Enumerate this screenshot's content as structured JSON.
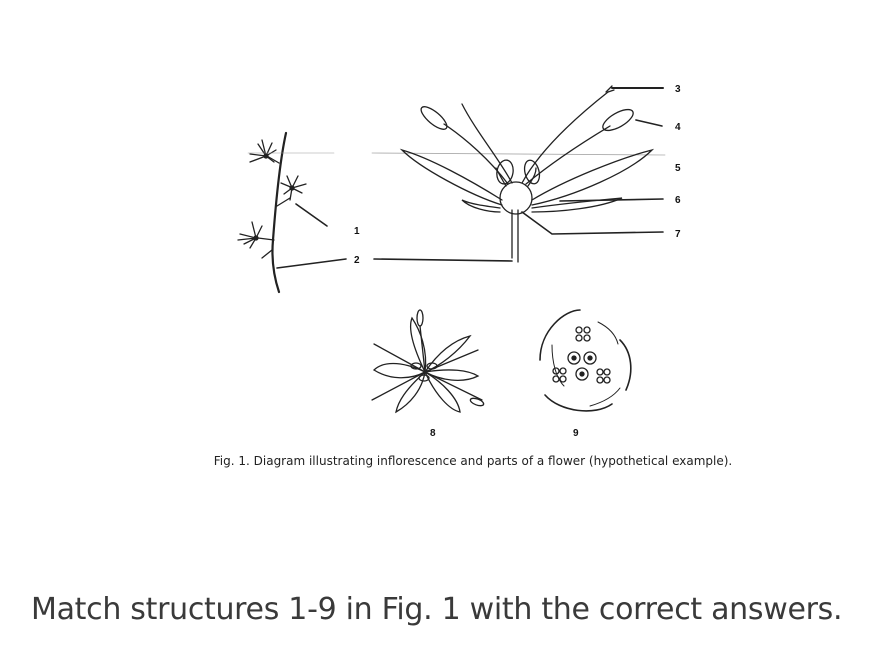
{
  "figure": {
    "labels": [
      "1",
      "2",
      "3",
      "4",
      "5",
      "6",
      "7",
      "8",
      "9"
    ],
    "caption": "Fig. 1. Diagram illustrating inflorescence  and parts of a flower (hypothetical example)."
  },
  "question": "Match structures 1-9 in Fig. 1 with the correct answers."
}
